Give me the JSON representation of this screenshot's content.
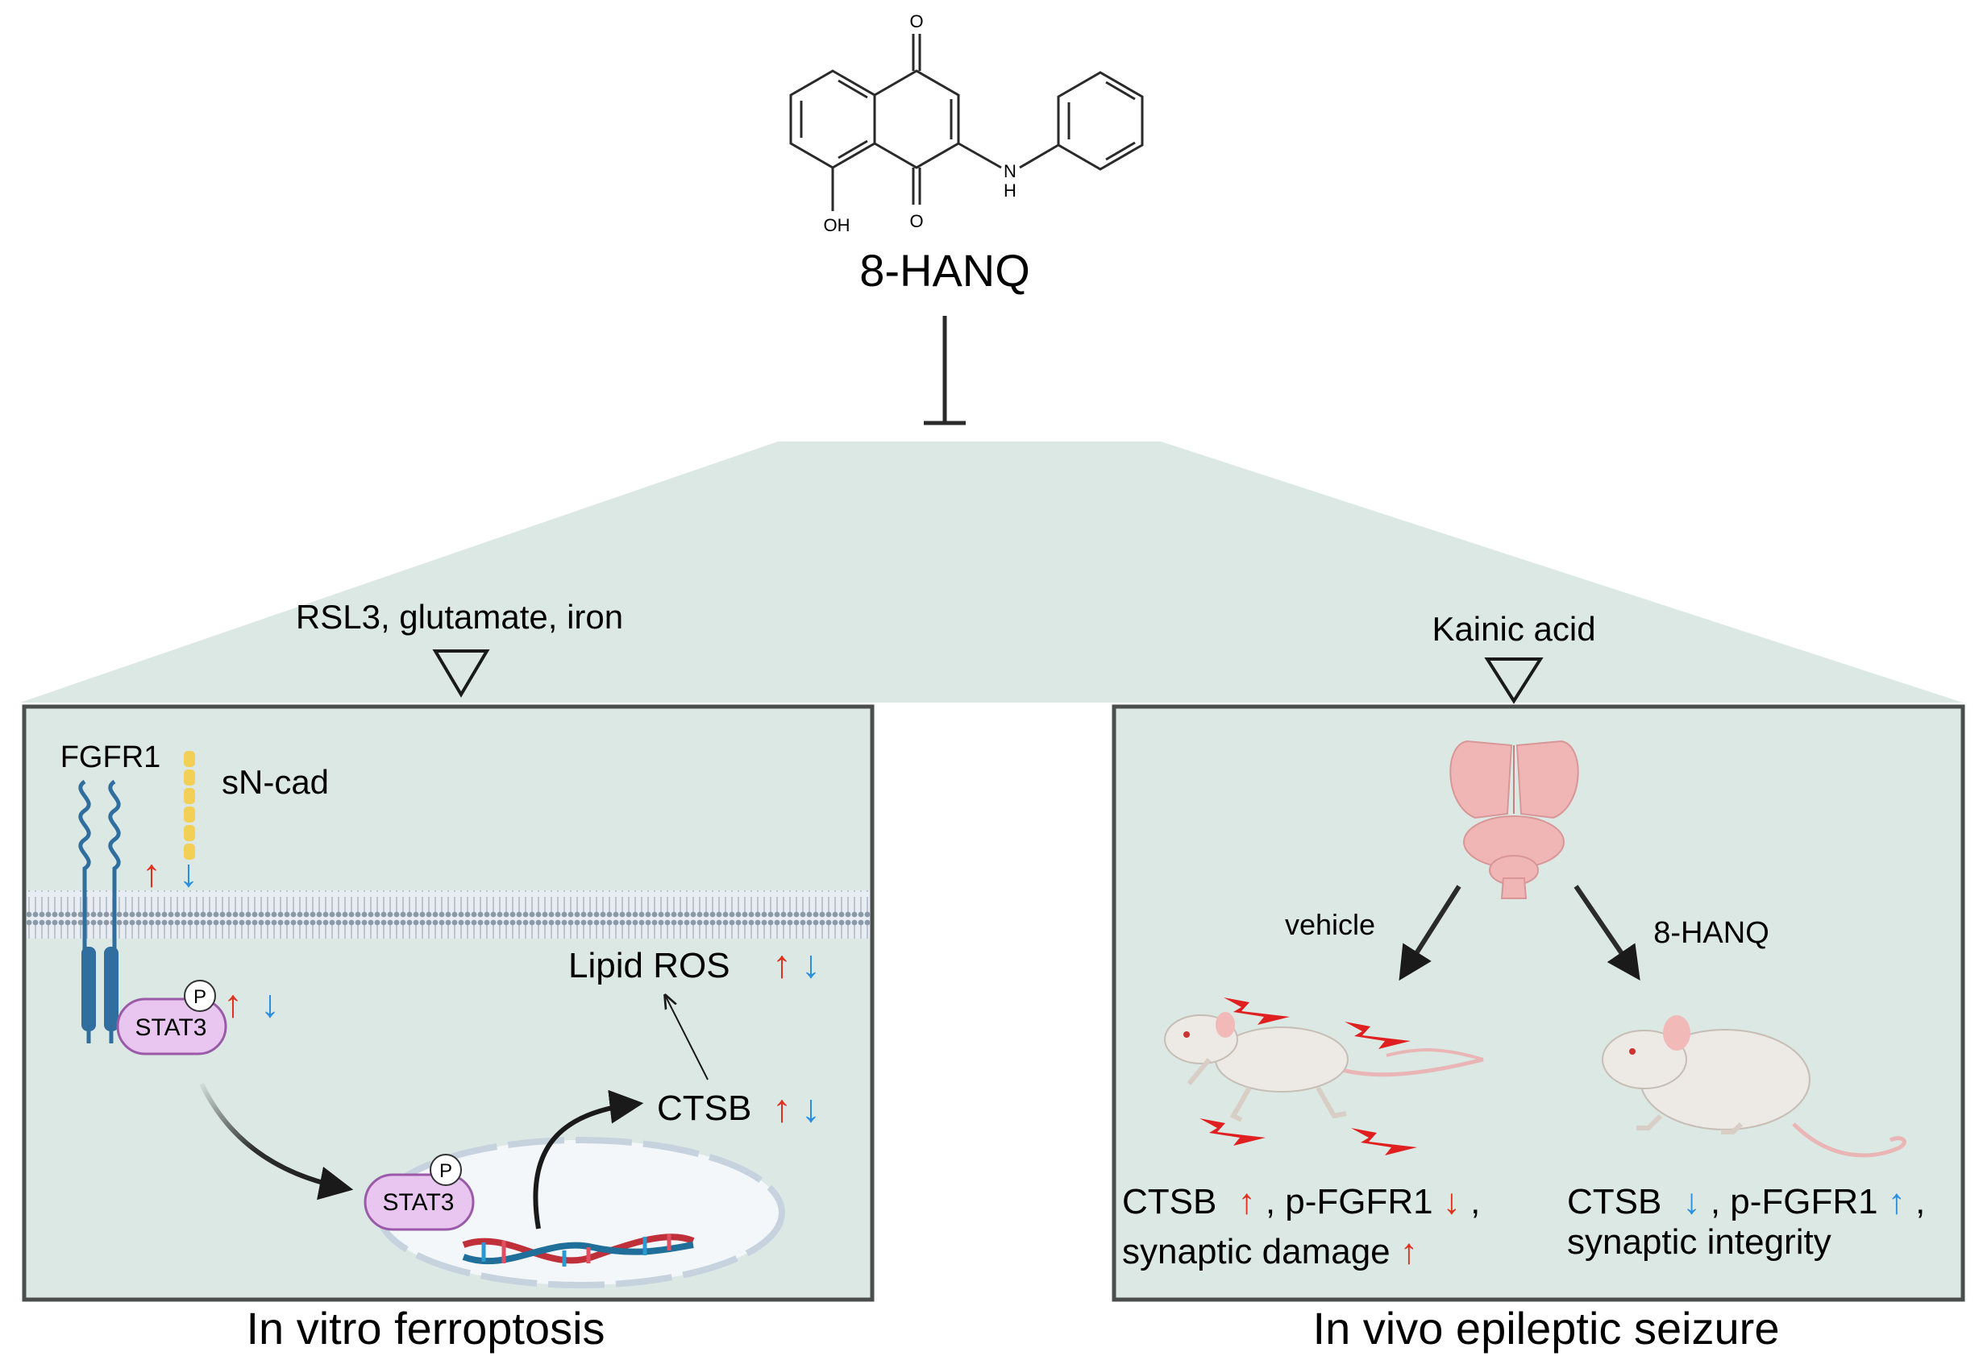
{
  "compound": {
    "name": "8-HANQ",
    "atom_o_top": "O",
    "atom_o_bottom": "O",
    "atom_oh": "OH",
    "atom_n": "N",
    "atom_h": "H"
  },
  "left_panel": {
    "inducers": "RSL3, glutamate, iron",
    "receptor_label": "FGFR1",
    "sncad_label": "sN-cad",
    "stat3_label": "STAT3",
    "phospho_label": "P",
    "lipid_ros_label": "Lipid ROS",
    "ctsb_label": "CTSB",
    "caption": "In vitro ferroptosis"
  },
  "right_panel": {
    "inducer": "Kainic acid",
    "vehicle_label": "vehicle",
    "treatment_label": "8-HANQ",
    "vehicle_result": {
      "line1_a": "CTSB",
      "line1_b": ", p-FGFR1",
      "line1_c": " ,",
      "line2": "synaptic damage"
    },
    "treatment_result": {
      "line1_a": "CTSB",
      "line1_b": ", p-FGFR1",
      "line1_c": ",",
      "line2": "synaptic integrity"
    },
    "caption": "In vivo epileptic seizure"
  },
  "arrows": {
    "up": "↑",
    "down": "↓"
  },
  "colors": {
    "panel_fill": "#dbe8e4",
    "panel_border": "#4a4f4d",
    "up_arrow": "#e0301e",
    "down_arrow": "#2a8fe0",
    "receptor": "#2f6e9e",
    "sncad": "#f2cf55",
    "stat3": "#e8c6ef",
    "stat3_border": "#9a5aa8",
    "brain": "#f0b6b6"
  }
}
